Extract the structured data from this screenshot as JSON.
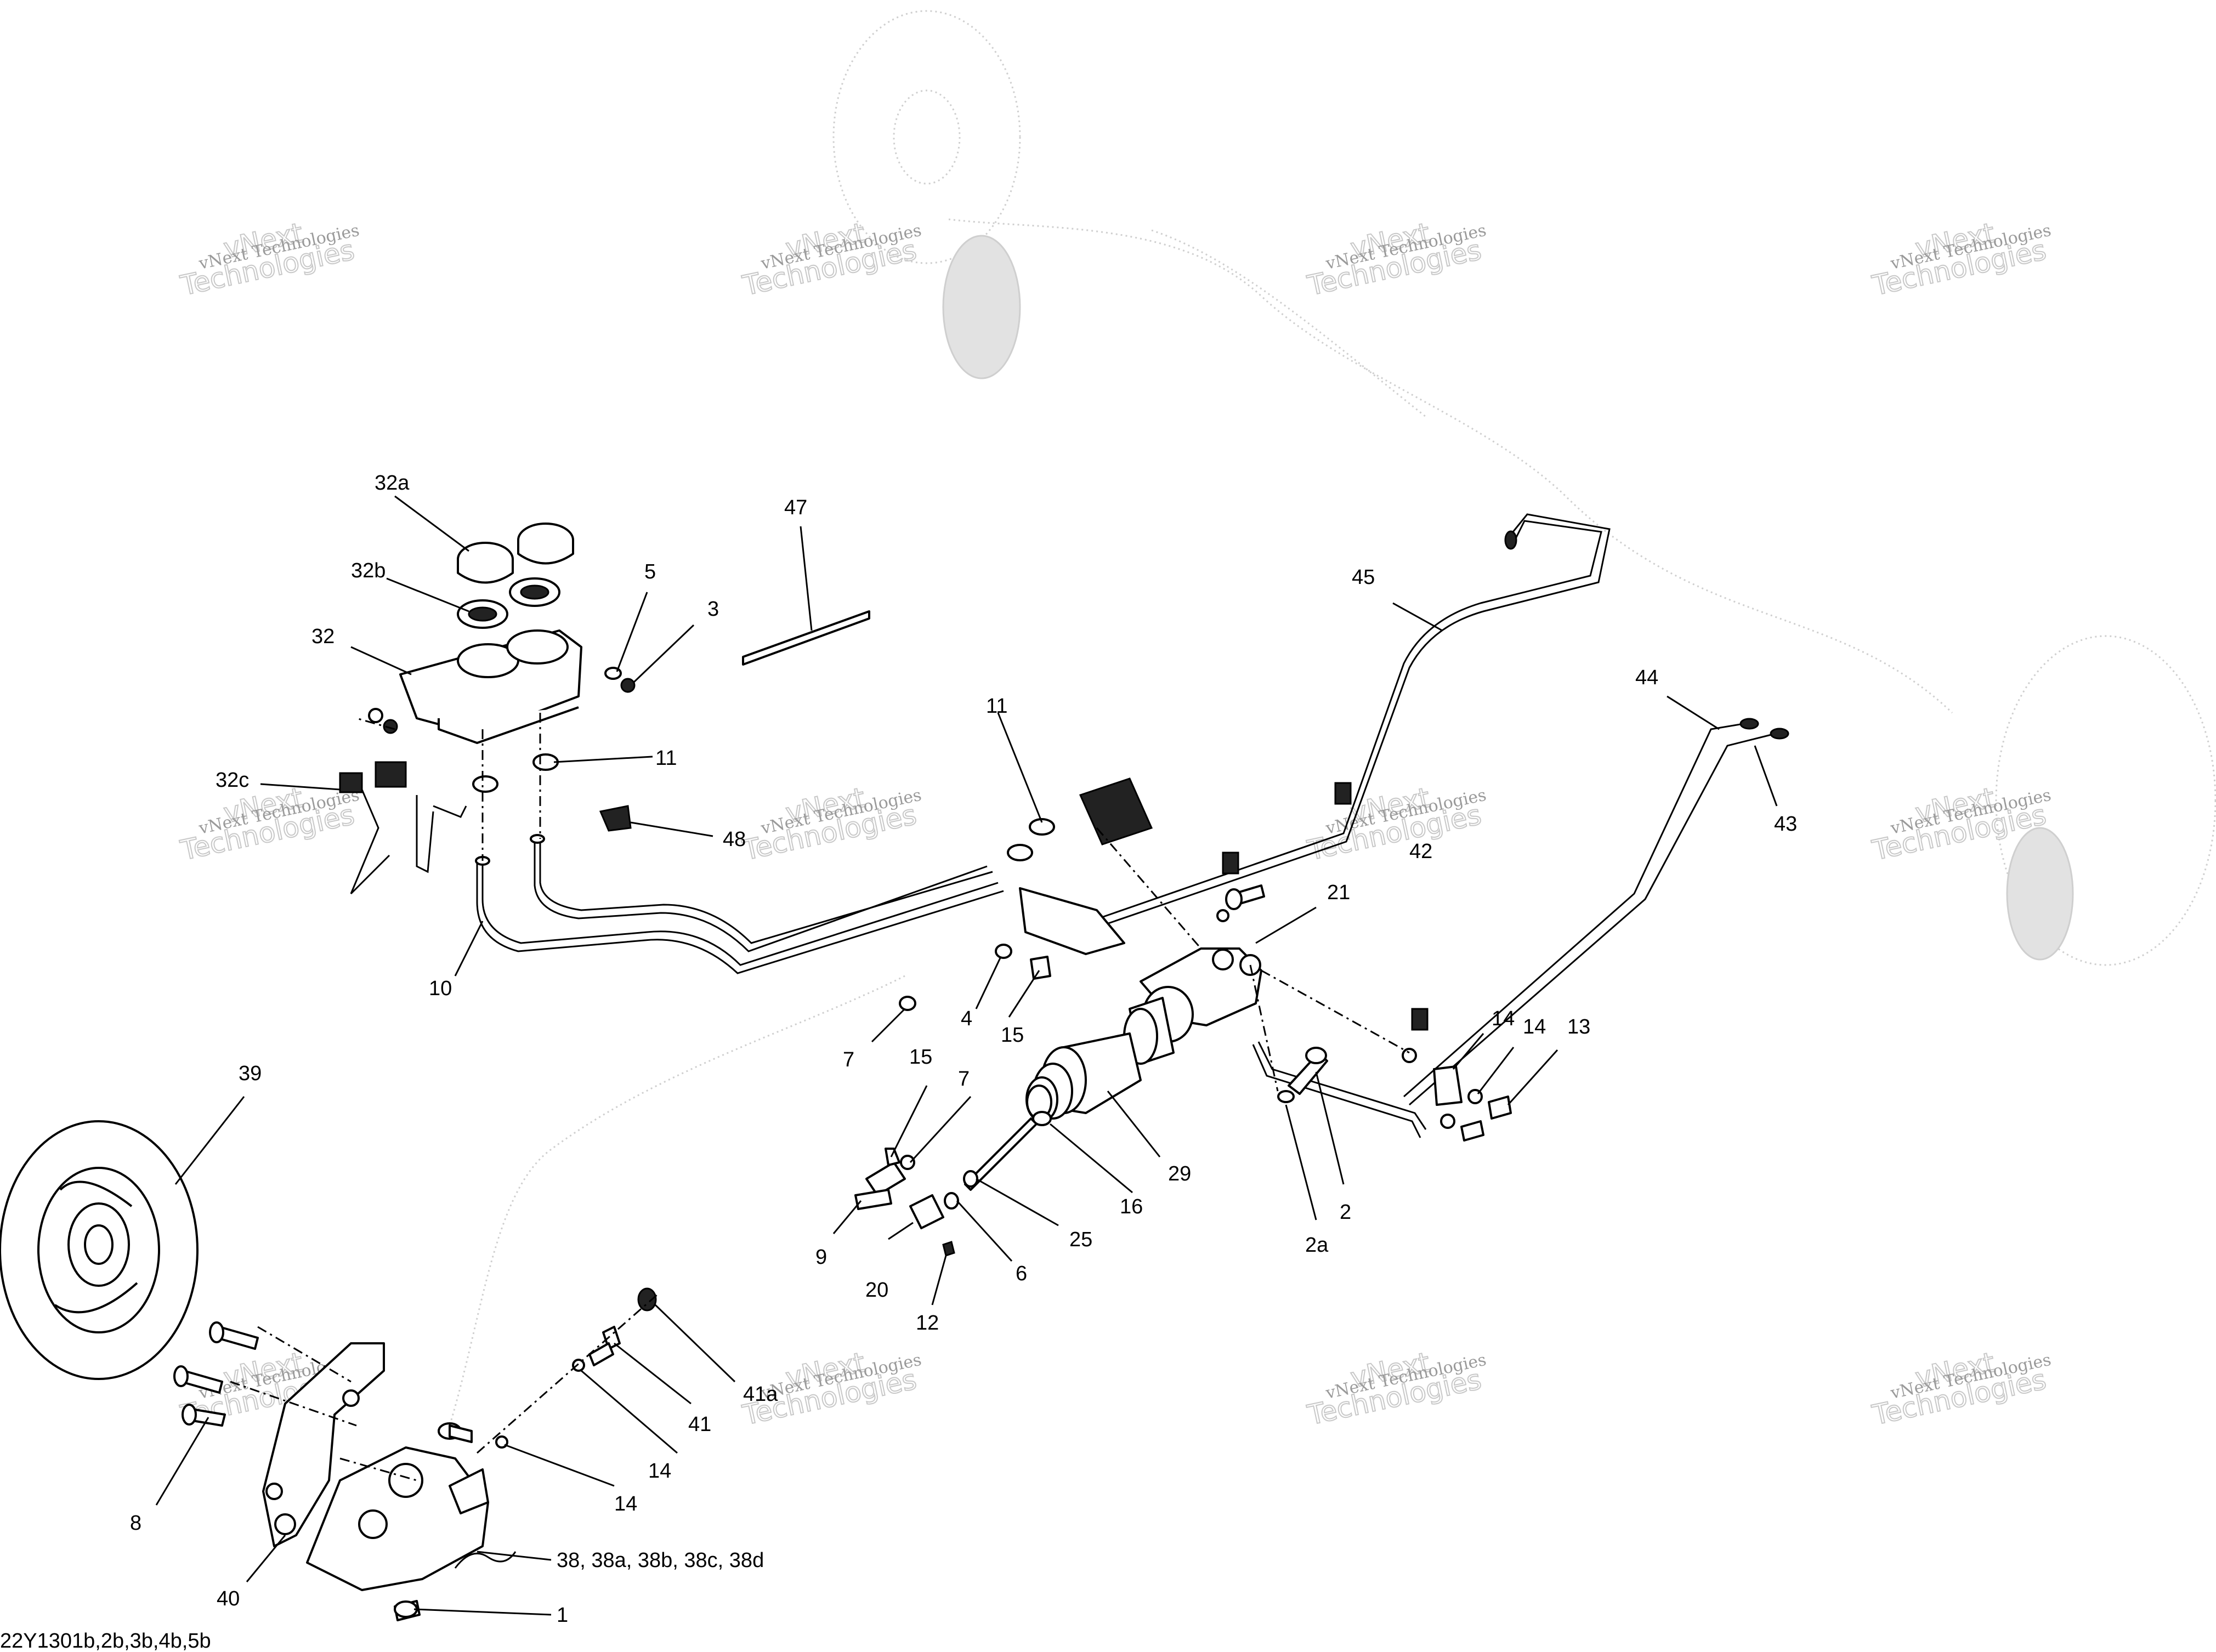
{
  "watermark": {
    "line1": "vNext Technologies",
    "line2": "Technologies",
    "line3": "vNext"
  },
  "diagram_code": "22Y1301b,2b,3b,4b,5b",
  "callouts": [
    {
      "id": "c32a",
      "label": "32a"
    },
    {
      "id": "c32b",
      "label": "32b"
    },
    {
      "id": "c32",
      "label": "32"
    },
    {
      "id": "c32c",
      "label": "32c"
    },
    {
      "id": "c47",
      "label": "47"
    },
    {
      "id": "c5",
      "label": "5"
    },
    {
      "id": "c3",
      "label": "3"
    },
    {
      "id": "c11a",
      "label": "11"
    },
    {
      "id": "c11b",
      "label": "11"
    },
    {
      "id": "c48",
      "label": "48"
    },
    {
      "id": "c10",
      "label": "10"
    },
    {
      "id": "c45",
      "label": "45"
    },
    {
      "id": "c44",
      "label": "44"
    },
    {
      "id": "c43",
      "label": "43"
    },
    {
      "id": "c42",
      "label": "42"
    },
    {
      "id": "c21",
      "label": "21"
    },
    {
      "id": "c4",
      "label": "4"
    },
    {
      "id": "c15a",
      "label": "15"
    },
    {
      "id": "c15b",
      "label": "15"
    },
    {
      "id": "c7a",
      "label": "7"
    },
    {
      "id": "c7b",
      "label": "7"
    },
    {
      "id": "c14a",
      "label": "14"
    },
    {
      "id": "c14b",
      "label": "14"
    },
    {
      "id": "c13",
      "label": "13"
    },
    {
      "id": "c29",
      "label": "29"
    },
    {
      "id": "c16",
      "label": "16"
    },
    {
      "id": "c25",
      "label": "25"
    },
    {
      "id": "c2",
      "label": "2"
    },
    {
      "id": "c2a",
      "label": "2a"
    },
    {
      "id": "c9",
      "label": "9"
    },
    {
      "id": "c20",
      "label": "20"
    },
    {
      "id": "c6",
      "label": "6"
    },
    {
      "id": "c12",
      "label": "12"
    },
    {
      "id": "c39",
      "label": "39"
    },
    {
      "id": "c41a",
      "label": "41a"
    },
    {
      "id": "c41",
      "label": "41"
    },
    {
      "id": "c14c",
      "label": "14"
    },
    {
      "id": "c14d",
      "label": "14"
    },
    {
      "id": "c8",
      "label": "8"
    },
    {
      "id": "c40",
      "label": "40"
    },
    {
      "id": "c38",
      "label": "38, 38a, 38b, 38c, 38d"
    },
    {
      "id": "c1",
      "label": "1"
    }
  ]
}
